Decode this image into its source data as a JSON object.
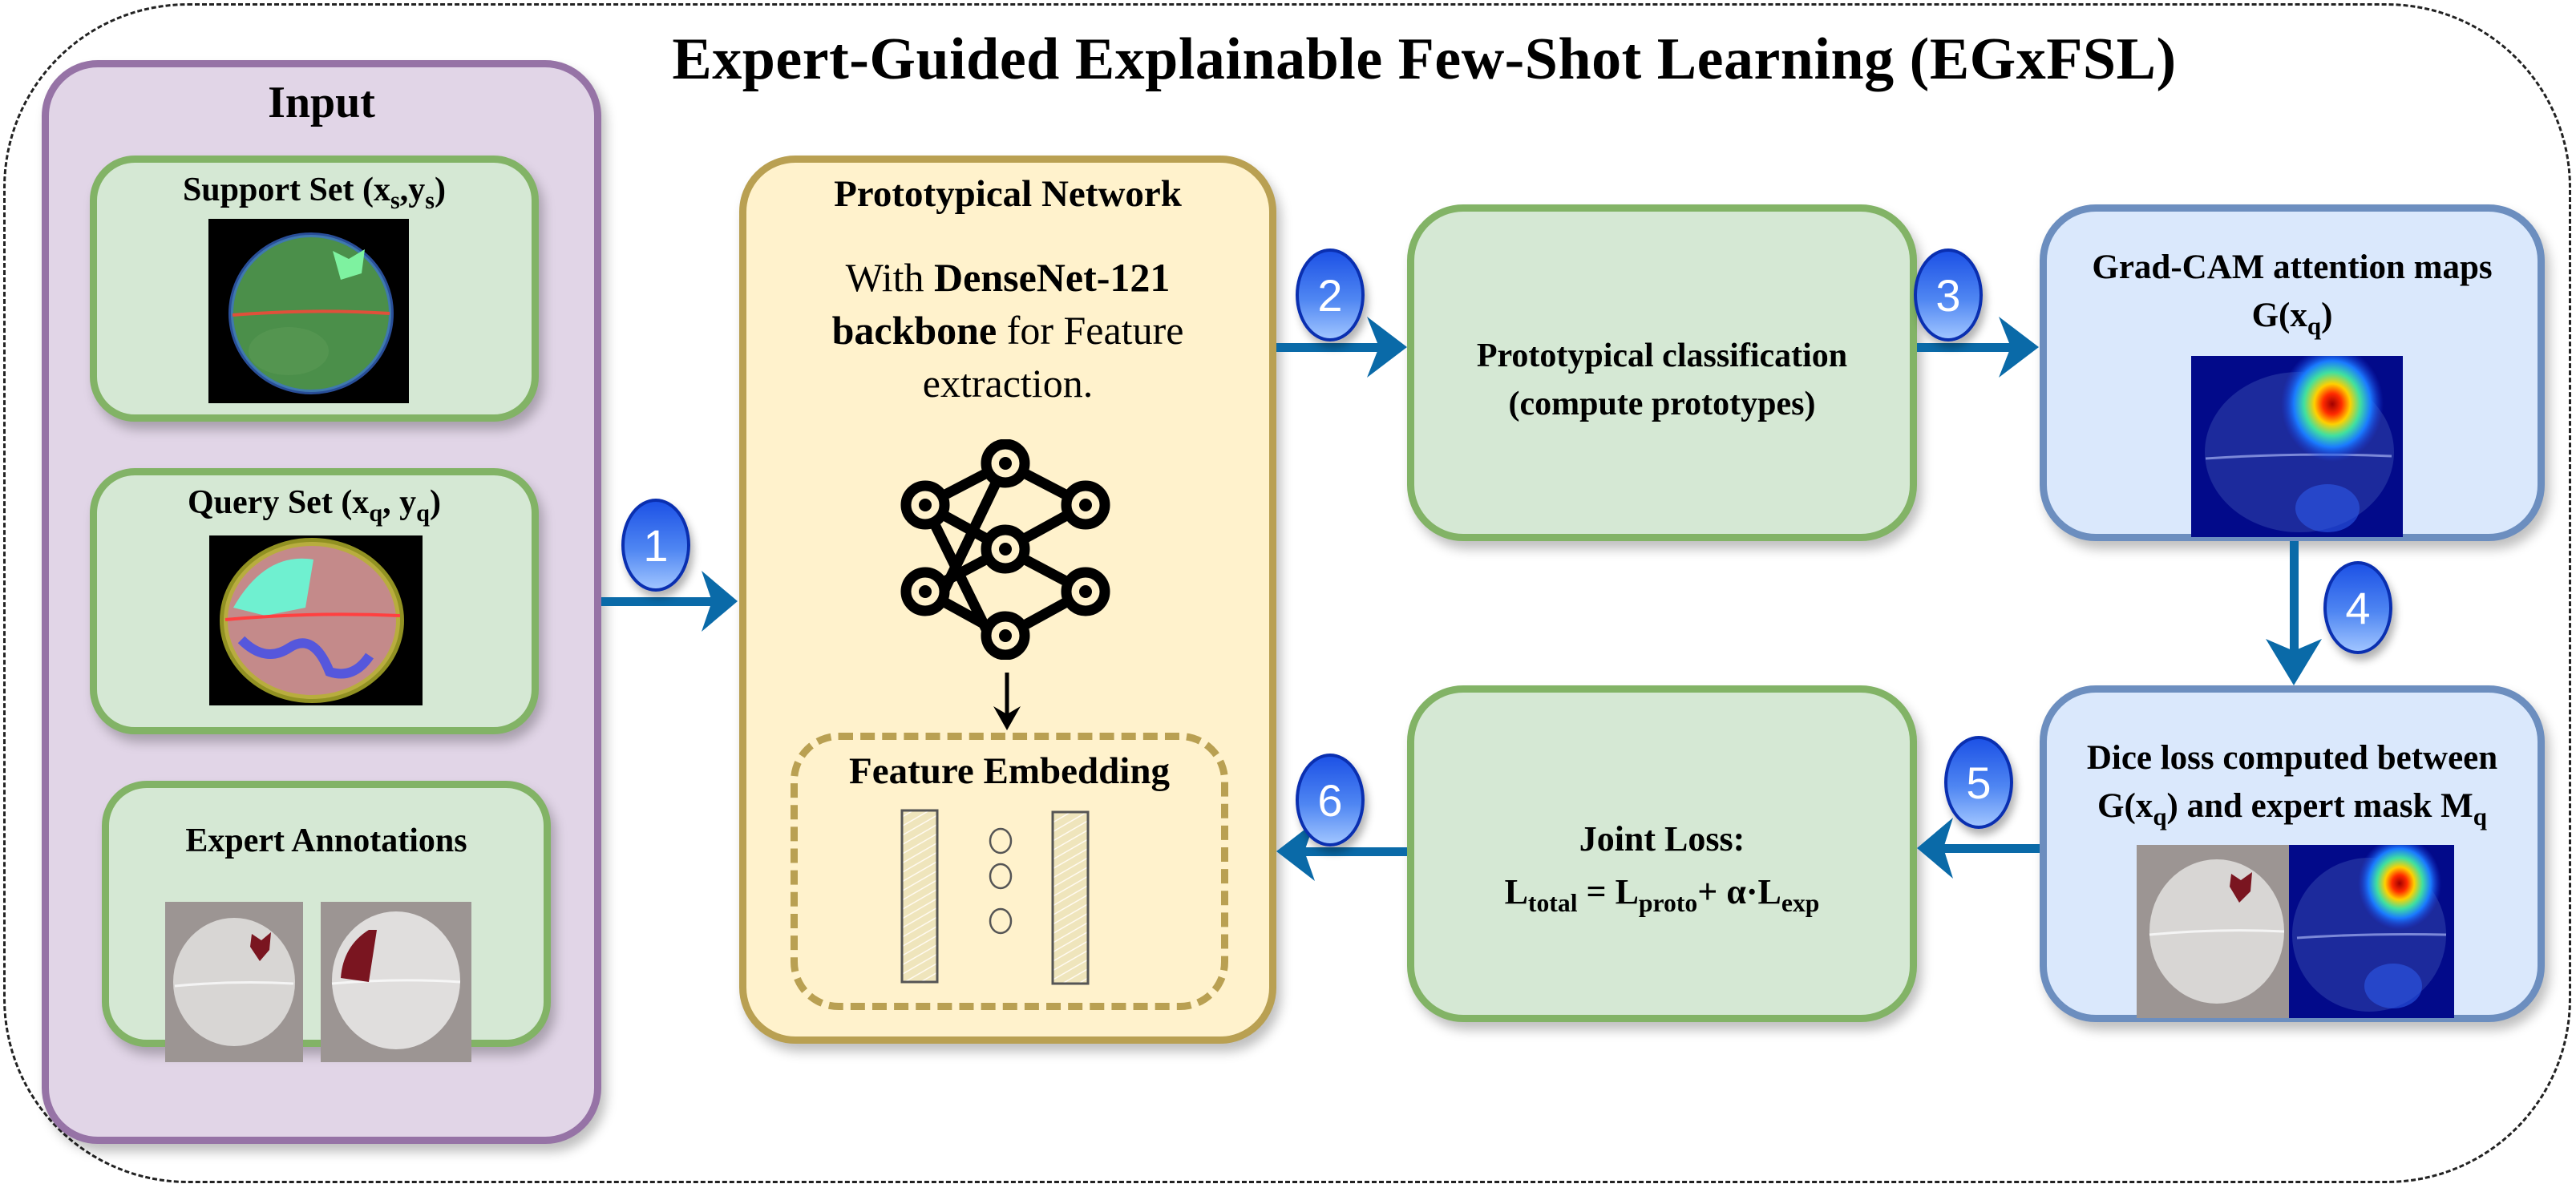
{
  "title": "Expert-Guided Explainable Few-Shot Learning (EGxFSL)",
  "input_panel": {
    "heading": "Input",
    "support_set": {
      "label_main": "Support Set (x",
      "sub1": "s",
      "mid": ",y",
      "sub2": "s",
      "end": ")"
    },
    "query_set": {
      "label_main": "Query Set (x",
      "sub1": "q",
      "mid": ", y",
      "sub2": "q",
      "end": ")"
    },
    "expert_annotations": {
      "label": "Expert Annotations"
    }
  },
  "proto_network": {
    "heading": "Prototypical Network",
    "line1_plain": "With ",
    "line1_bold": "DenseNet-121",
    "line2_bold": "backbone",
    "line2_plain": " for Feature",
    "line3": "extraction.",
    "icon": "neural-network-icon",
    "embedding_label": "Feature Embedding"
  },
  "proto_classification": {
    "line1": "Prototypical classification",
    "line2": "(compute prototypes)"
  },
  "gradcam": {
    "line1": "Grad-CAM attention maps",
    "g": "G(x",
    "sub": "q",
    "end": ")"
  },
  "dice": {
    "line1": "Dice loss computed between",
    "g": "G(x",
    "sub": "q",
    "mid": ") and expert mask M",
    "sub2": "q"
  },
  "joint_loss": {
    "heading": "Joint Loss:",
    "L": "L",
    "sub_total": "total",
    "eq": " = L",
    "sub_proto": "proto",
    "plus": "+ α·L",
    "sub_exp": "exp"
  },
  "steps": [
    "1",
    "2",
    "3",
    "4",
    "5",
    "6"
  ],
  "colors": {
    "arrow": "#0a6aa8",
    "purple_fill": "#e1d5e7",
    "purple_border": "#9673a6",
    "green_fill": "#d5e8d4",
    "green_border": "#82b366",
    "yellow_fill": "#fff2cc",
    "yellow_border": "#b9a052",
    "blue_fill": "#dae8fc",
    "blue_border": "#6c8ebf",
    "badge": "#1d52e6"
  }
}
